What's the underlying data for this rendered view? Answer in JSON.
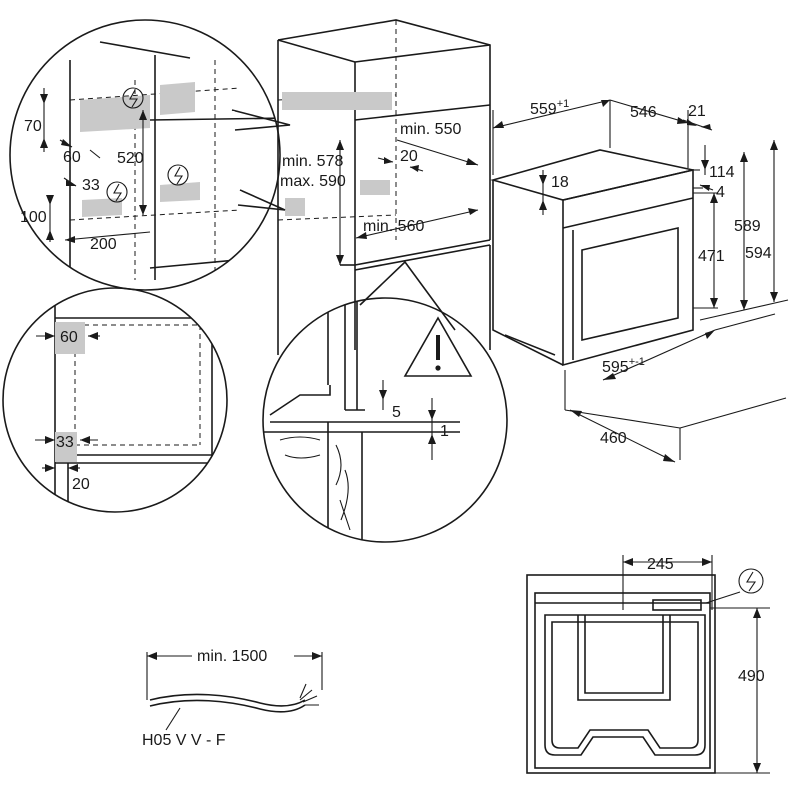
{
  "colors": {
    "line": "#1a1a1a",
    "zone": "#c9c9c9",
    "background": "#ffffff"
  },
  "cabinet": {
    "min550": "min. 550",
    "min578": "min. 578",
    "max590": "max. 590",
    "d20": "20",
    "min560": "min. 560"
  },
  "detail_top": {
    "d70": "70",
    "d60": "60",
    "d520": "520",
    "d33": "33",
    "d100": "100",
    "d200": "200"
  },
  "detail_bottom_left": {
    "d60": "60",
    "d33": "33",
    "d20": "20"
  },
  "detail_support": {
    "d5": "5",
    "d1": "1",
    "warning_icon": "warning-triangle-icon"
  },
  "oven": {
    "d559": "559",
    "d559_tol": "+1",
    "d546": "546",
    "d21": "21",
    "d114": "114",
    "d4": "4",
    "d18": "18",
    "d589": "589",
    "d594": "594",
    "d471": "471",
    "d595": "595",
    "d595_tol": "+-1",
    "d460": "460"
  },
  "cable": {
    "length": "min. 1500",
    "type": "H05 V V - F"
  },
  "rear_view": {
    "d245": "245",
    "d490": "490"
  },
  "icons": [
    "electrical-connection-icon",
    "warning-triangle-icon"
  ]
}
